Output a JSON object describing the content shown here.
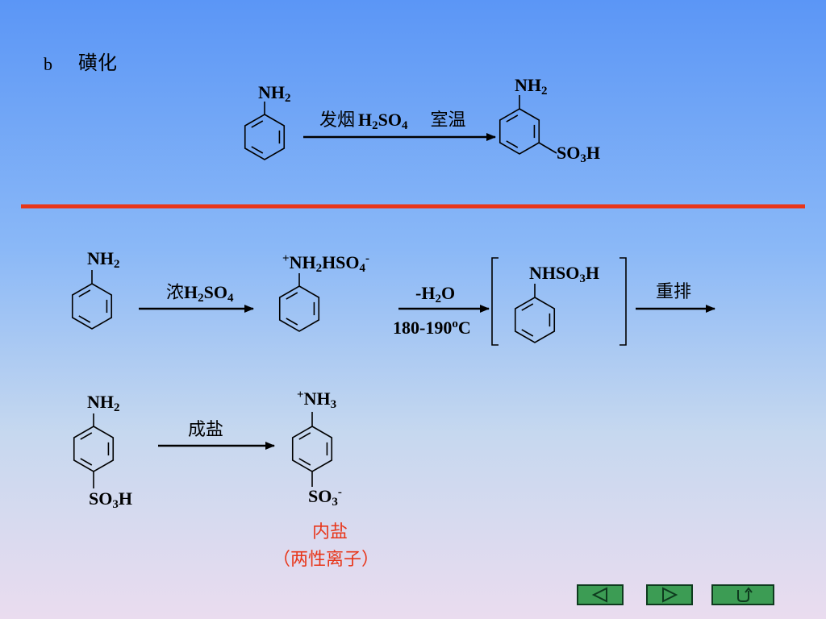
{
  "section": {
    "letter": "b",
    "title": "磺化"
  },
  "reaction1": {
    "reactant_group": "NH2",
    "condition_fuming": "发烟",
    "condition_acid": "H2SO4",
    "condition_temp": "室温",
    "product_top": "NH2",
    "product_side": "SO3H"
  },
  "reaction2": {
    "reactant_group": "NH2",
    "reagent": "浓H2SO4",
    "salt": "+NH2HSO4-",
    "step_dehydrate": "-H2O",
    "step_temp": "180-190oC",
    "intermediate": "NHSO3H",
    "rearrange": "重排"
  },
  "reaction3": {
    "reactant_top": "NH2",
    "reactant_bottom": "SO3H",
    "condition": "成盐",
    "product_top": "+NH3",
    "product_bottom": "SO3-",
    "note_line1": "内盐",
    "note_line2": "（两性离子）"
  },
  "nav": {
    "prev": "left-triangle-icon",
    "next": "right-triangle-icon",
    "back": "return-arrow-icon"
  },
  "colors": {
    "divider": "#e8361a",
    "note": "#e8361a",
    "nav_fill": "#3c9c54",
    "nav_border": "#0e3a1e"
  }
}
